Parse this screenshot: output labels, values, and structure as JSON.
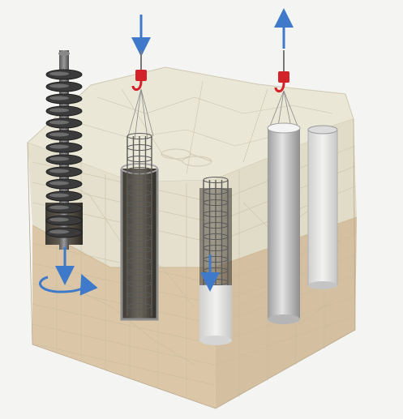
{
  "diagram": {
    "subject": "bored-pile-construction-sequence",
    "steps": [
      {
        "id": "auger-drilling",
        "icon": "auger-drill-icon",
        "arrows": [
          "down-arrow-icon",
          "rotation-arrow-icon"
        ]
      },
      {
        "id": "lower-rebar-cage",
        "icon": "rebar-cage-icon",
        "arrows": [
          "down-arrow-icon"
        ]
      },
      {
        "id": "concrete-pouring",
        "icon": "concrete-column-icon",
        "arrows": [
          "down-arrow-icon"
        ]
      },
      {
        "id": "extract-steel-casing",
        "icon": "steel-casing-icon",
        "arrows": [
          "up-arrow-icon"
        ]
      }
    ],
    "colors": {
      "topsoil": "#e6e1cf",
      "topsoil_mesh": "#c9c2ac",
      "subsoil": "#dcc7a7",
      "subsoil_mesh": "#c3ac8b",
      "auger": "#3b3b3b",
      "rebar": "#5b5b5b",
      "casing": "#c8c8c8",
      "concrete": "#ececea",
      "arrow_blue": "#3f79c9",
      "hook_red": "#d3232a"
    }
  }
}
